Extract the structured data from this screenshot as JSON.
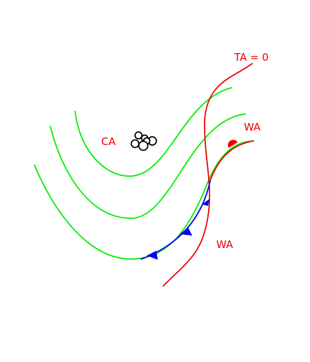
{
  "labels": {
    "ta_zero": "TA = 0",
    "ca": "CA",
    "wa_upper": "WA",
    "wa_lower": "WA"
  },
  "colors": {
    "isohypse": "#00ee00",
    "ta_line": "#ee0000",
    "warm_front": "#ee0000",
    "cold_front": "#0000ee",
    "cloud_outline": "#000000",
    "label": "#ee0000",
    "background": "#ffffff"
  },
  "elements": {
    "isohypses": 4,
    "cold_front_triangles": 3,
    "warm_front_semicircles": 1,
    "cloud_circles": 6
  }
}
